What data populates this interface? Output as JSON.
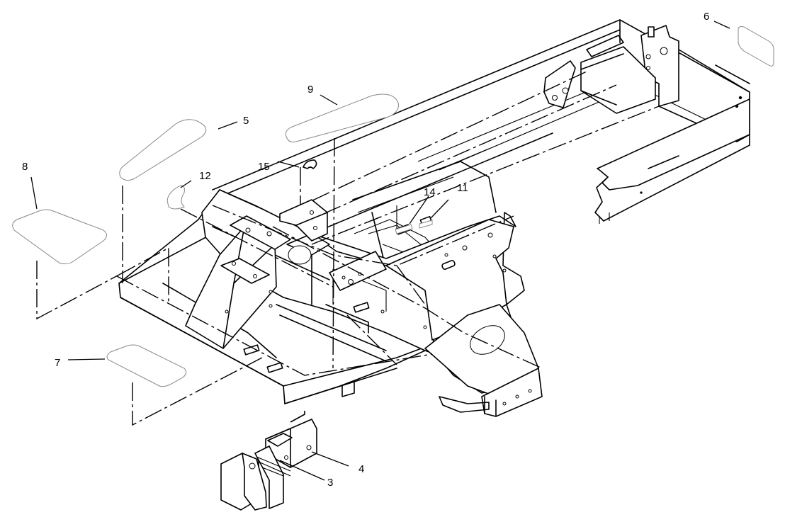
{
  "diagram": {
    "callouts": {
      "c3": "3",
      "c4": "4",
      "c5": "5",
      "c6": "6",
      "c7": "7",
      "c8": "8",
      "c9": "9",
      "c11": "11",
      "c12": "12",
      "c14": "14",
      "c15": "15"
    }
  }
}
